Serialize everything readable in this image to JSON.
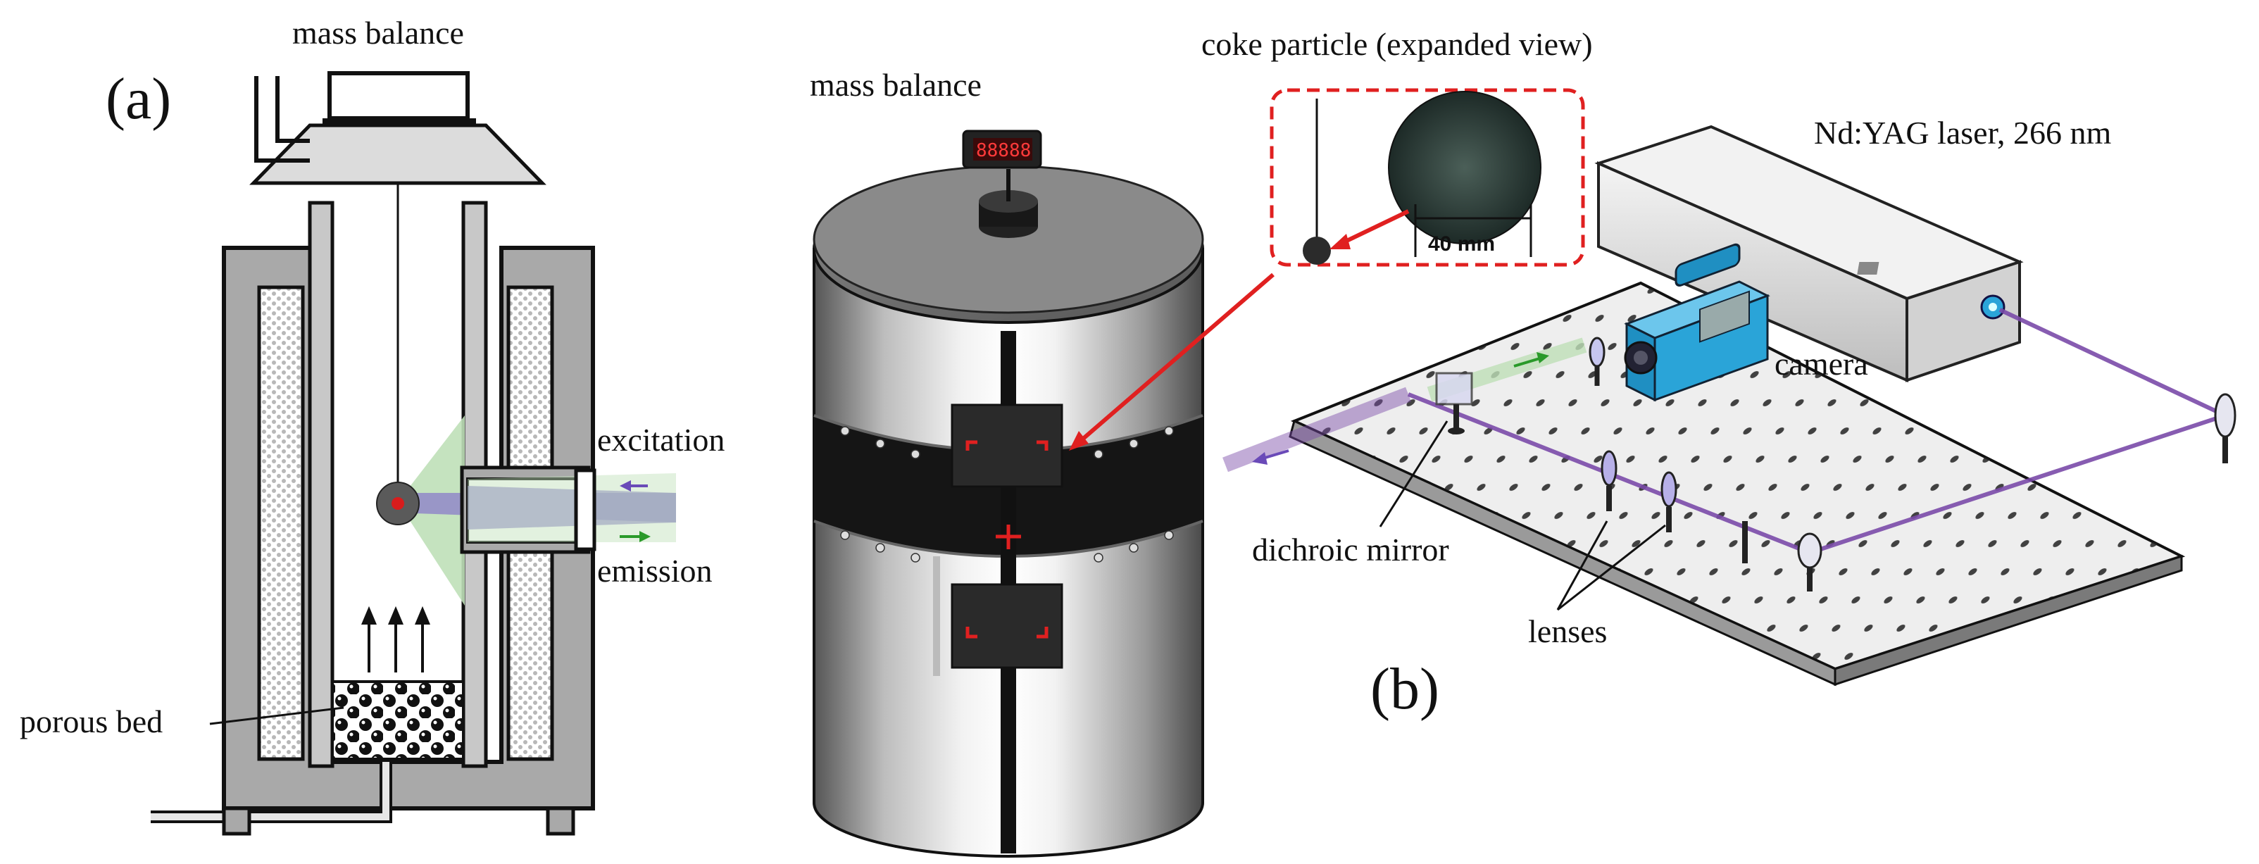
{
  "figure": {
    "panel_a": {
      "tag": "(a)",
      "labels": {
        "mass_balance": "mass balance",
        "excitation": "excitation",
        "emission": "emission",
        "porous_bed": "porous bed"
      }
    },
    "panel_b": {
      "tag": "(b)",
      "labels": {
        "mass_balance": "mass balance",
        "coke_particle": "coke particle (expanded view)",
        "scale": "40 mm",
        "laser": "Nd:YAG laser, 266 nm",
        "camera": "camera",
        "dichroic_mirror": "dichroic mirror",
        "lenses": "lenses"
      }
    }
  },
  "colors": {
    "furnace_gray": "#a9a9a9",
    "insulation_dot": "#c8c8c8",
    "excitation_beam": "#8a7cc9",
    "emission_cone": "#bfe0b8",
    "callout_red": "#e02020",
    "laser_beam": "#7a4aa8",
    "emission_arrow": "#2a9a2a",
    "camera_blue": "#2aa4d8"
  }
}
